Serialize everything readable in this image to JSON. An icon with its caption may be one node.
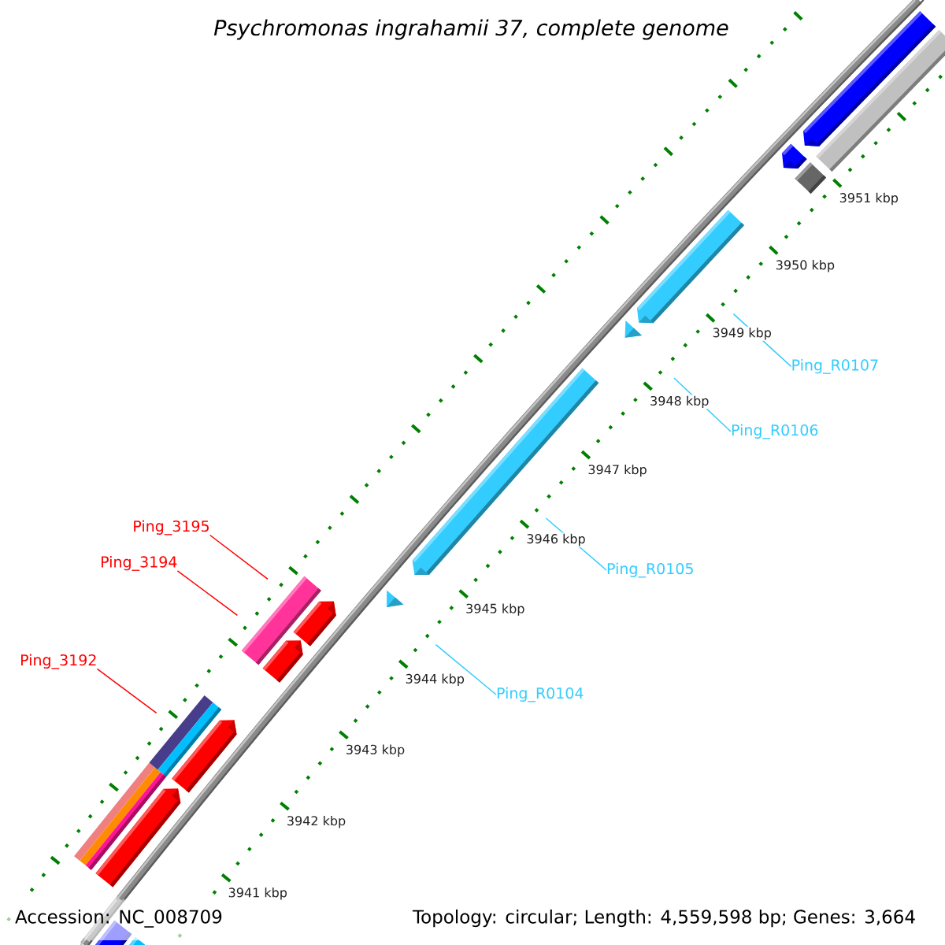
{
  "diagram": {
    "title": "Psychromonas ingrahamii 37, complete genome",
    "nodes": [
      {
        "text": [
          "Ping_R0107"
        ]
      },
      {
        "text": [
          "Ping_R0106"
        ]
      },
      {
        "text": [
          "Ping_3195"
        ]
      },
      {
        "text": [
          "Ping_3194"
        ]
      },
      {
        "text": [
          "Ping_R0105"
        ]
      },
      {
        "text": [
          "Ping_3192"
        ]
      },
      {
        "text": [
          "Ping_R0104"
        ]
      },
      {
        "text": [],
        "shape": "bar"
      },
      {
        "text": [],
        "shape": "bar"
      },
      {
        "text": [],
        "shape": "bar"
      },
      {
        "text": [],
        "shape": "bar"
      },
      {
        "text": [],
        "shape": "bar"
      },
      {
        "text": [],
        "shape": "bar"
      },
      {
        "text": [],
        "shape": "bar"
      },
      {
        "text": [],
        "shape": "bar"
      },
      {
        "text": [],
        "shape": "bar"
      },
      {
        "text": [],
        "shape": "triangle"
      },
      {
        "text": [],
        "shape": "bar"
      },
      {
        "text": [],
        "shape": "triangle"
      },
      {
        "text": [],
        "shape": "bar"
      },
      {
        "text": [],
        "shape": "bar"
      },
      {
        "text": [],
        "shape": "diamond"
      },
      {
        "text": [],
        "shape": "bar"
      },
      {
        "text": [],
        "shape": "bar"
      }
    ],
    "edges": [
      {
        "from": 2,
        "to": 13,
        "arrow": "none",
        "color": "#ff0000"
      },
      {
        "from": 3,
        "to": 13,
        "arrow": "none",
        "color": "#ff0000"
      },
      {
        "from": 5,
        "to": 11,
        "arrow": "none",
        "color": "#ff0000"
      },
      {
        "from": 6,
        "to": 16,
        "arrow": "none"
      },
      {
        "from": 4,
        "to": 17,
        "arrow": "none"
      },
      {
        "from": 1,
        "to": 18,
        "arrow": "none"
      },
      {
        "from": 0,
        "to": 19,
        "arrow": "none"
      }
    ],
    "labels": [
      "3951 kbp",
      "3950 kbp",
      "3949 kbp",
      "3948 kbp",
      "3947 kbp",
      "3946 kbp",
      "3945 kbp",
      "3944 kbp",
      "3943 kbp",
      "3942 kbp",
      "3941 kbp",
      "Accession: NC_008709",
      "Topology: circular; Length: 4,559,598 bp; Genes: 3,664"
    ]
  }
}
